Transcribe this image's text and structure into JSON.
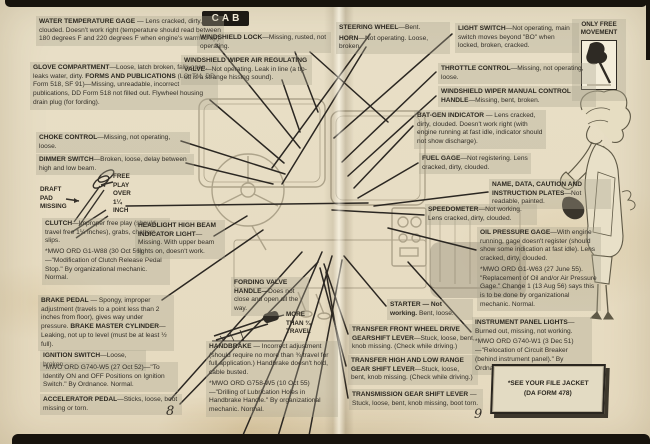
{
  "header": {
    "cab_label": "CAB"
  },
  "pages": {
    "left_number": "8",
    "right_number": "9"
  },
  "callouts": {
    "water_temp": {
      "heading": "WATER TEMPERATURE GAGE",
      "body": " — Lens cracked, dirty, clouded. Doesn't work right (temperature should read between 180 degrees F and 220 degrees F when engine's warmed up)."
    },
    "glove": {
      "heading": "GLOVE COMPARTMENT",
      "body": "—Loose, latch broken, falls open, leaks water, dirty. ",
      "heading2": "FORMS AND PUBLICATIONS",
      "body2": " (LO, TM, DD Form 518, SF 91)—Missing, unreadable, incorrect publications, DD Form 518 not filled out. Flywheel housing drain plug (for fording)."
    },
    "choke": {
      "heading": "CHOKE CONTROL",
      "body": "—Missing, not operating, loose."
    },
    "dimmer": {
      "heading": "DIMMER SWITCH",
      "body": "—Broken, loose, delay between high and low beam."
    },
    "clutch": {
      "heading": "CLUTCH",
      "body": "—Improper free play (should travel free 1¼ inches), grabs, chatters, slips.",
      "note": "*MWO ORD G1-W88 (30 Oct 56) —\"Modification of Clutch Release Pedal Stop.\" By organizational mechanic. Normal."
    },
    "brake": {
      "heading": "BRAKE PEDAL",
      "body": " — Spongy, improper adjustment (travels to a point less than 2 inches from floor), gives way under pressure. ",
      "heading2": "BRAKE MASTER CYLINDER",
      "body2": "—Leaking, not up to level (must be at least ½ full)."
    },
    "ignition": {
      "heading": "IGNITION SWITCH",
      "body": "—Loose, broken."
    },
    "ignition_note": {
      "note": "*MWO ORD G740-W5 (27 Oct 52)—\"To Identify ON and OFF Positions on Ignition Switch.\" By Ordnance. Normal."
    },
    "accelerator": {
      "heading": "ACCELERATOR PEDAL",
      "body": "—Sticks, loose, boot missing or torn."
    },
    "windshield_lock": {
      "heading": "WINDSHIELD LOCK",
      "body": "—Missing, rusted, not operating."
    },
    "wiper_air": {
      "heading": "WINDSHIELD WIPER AIR REGULATING VALVE",
      "body": "—Not operating. Leak in line (a tip-off is a strange hissing sound)."
    },
    "headlight": {
      "heading": "HEADLIGHT HIGH BEAM INDICATOR LIGHT",
      "body": "—Missing. With upper beam lights on, doesn't work."
    },
    "fording": {
      "heading": "FORDING VALVE HANDLE—",
      "body": "Does not close and open all the way."
    },
    "handbrake": {
      "heading": "HANDBRAKE",
      "body": " — Incorrect adjustment (should require no more than ¾ travel for full application.) Handbrake doesn't hold, cable busted.",
      "note": "*MWO ORD G758-W5 (10 Oct 55)—\"Drilling of Lubrication Holes in Handbrake Handle.\" By organizational mechanic. Normal."
    },
    "steering": {
      "heading": "STEERING WHEEL",
      "body": "—Bent."
    },
    "horn": {
      "heading": "HORN",
      "body": "—Not operating. Loose, broken."
    },
    "light_switch": {
      "heading": "LIGHT SWITCH",
      "body": "—Not operating, main switch moves beyond \"BO\" when locked, broken, cracked."
    },
    "throttle": {
      "heading": "THROTTLE CONTROL",
      "body": "—Missing, not operating, loose."
    },
    "wiper_manual": {
      "heading": "WINDSHIELD WIPER MANUAL CONTROL HANDLE",
      "body": "—Missing, bent, broken."
    },
    "bat_gen": {
      "heading": "BAT-GEN INDICATOR",
      "body": " — Lens cracked, dirty, clouded. Doesn't work right (with engine running at fast idle, indicator should not show discharge)."
    },
    "fuel": {
      "heading": "FUEL GAGE",
      "body": "—Not registering. Lens cracked, dirty, clouded."
    },
    "plates": {
      "heading": "NAME, DATA, CAUTION AND INSTRUCTION PLATES",
      "body": "—Not readable, painted."
    },
    "speedometer": {
      "heading": "SPEEDOMETER",
      "body": "—Not working. Lens cracked, dirty, clouded."
    },
    "oil": {
      "heading": "OIL PRESSURE GAGE",
      "body": "—With engine running, gage doesn't register (should show some indication at fast idle). Lens cracked, dirty, clouded.",
      "note": "*MWO ORD G1-W63 (27 June 55). \"Replacement of Oil and/or Air Pressure Gage.\" Change 1 (13 Aug 56) says this is to be done by organizational mechanic. Normal."
    },
    "starter": {
      "heading": "STARTER — Not working.",
      "body": " Bent, loose."
    },
    "transfer_front": {
      "heading": "TRANSFER FRONT WHEEL DRIVE GEARSHIFT LEVER",
      "body": "—Stuck, loose, bent, knob missing. (Check while driving.)"
    },
    "transfer_range": {
      "heading": "TRANSFER HIGH AND LOW RANGE GEAR SHIFT LEVER",
      "body": "—Stuck, loose, bent, knob missing. (Check while driving.)"
    },
    "transmission": {
      "heading": "TRANSMISSION GEAR SHIFT LEVER",
      "body": " — Stuck, loose, bent, knob missing, boot torn."
    },
    "panel_lights": {
      "heading": "INSTRUMENT PANEL LIGHTS",
      "body": "—Burned out, missing, not working.",
      "note": "*MWO ORD G740-W1 (3 Dec 51)—\"Relocation of Circuit Breaker (behind instrument panel).\" By Ordnance. Normal."
    }
  },
  "labels": {
    "draft_pad": "DRAFT PAD MISSING",
    "free_play": "FREE PLAY OVER 1¼ INCH",
    "more_than": "MORE THAN ¾ TRAVEL",
    "only_free": "ONLY FREE MOVEMENT",
    "file_jacket": "*SEE YOUR FILE JACKET (DA FORM 478)"
  },
  "colors": {
    "paper": "#e8dfc7",
    "ink": "#332f28",
    "line": "#2b2722",
    "cab_bg": "#1d1a15",
    "cab_text": "#f0e9d6"
  }
}
